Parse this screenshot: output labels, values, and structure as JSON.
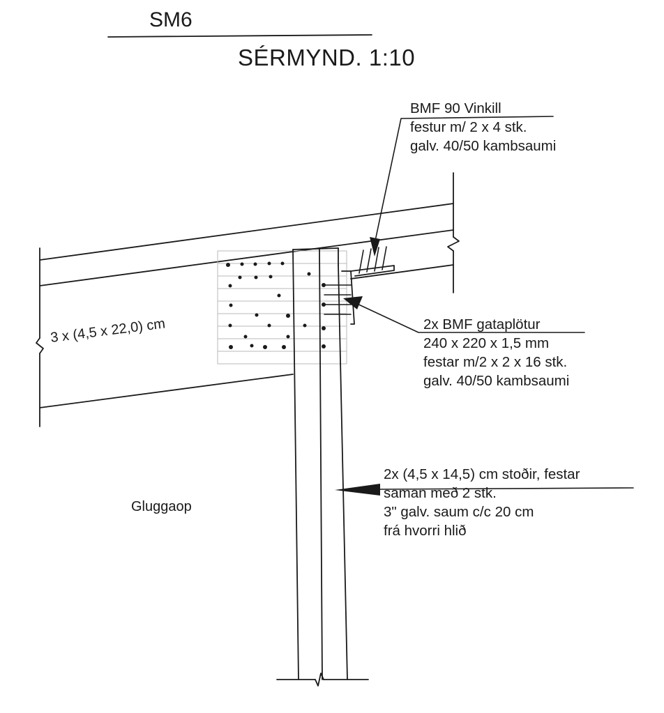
{
  "drawing": {
    "code": "SM6",
    "title": "SÉRMYND. 1:10"
  },
  "annotations": {
    "angle_bracket": {
      "lines": [
        "BMF 90 Vinkill",
        "festur m/ 2 x 4 stk.",
        "galv. 40/50 kambsaumi"
      ]
    },
    "gusset_plates": {
      "lines": [
        "2x BMF gataplötur",
        "240 x 220 x 1,5 mm",
        "festar m/2 x 2 x 16 stk.",
        "galv. 40/50 kambsaumi"
      ]
    },
    "posts": {
      "lines": [
        "2x (4,5 x 14,5) cm stoðir, festar",
        "saman með 2 stk.",
        "3\" galv. saum c/c 20 cm",
        "frá hvorri hlið"
      ]
    },
    "beam_label": "3 x (4,5 x 22,0) cm",
    "opening_label": "Gluggaop"
  },
  "colors": {
    "ink": "#1a1a1a",
    "paper": "#ffffff"
  },
  "icons": [
    "break-symbol",
    "arrow-head",
    "nail",
    "screw"
  ]
}
